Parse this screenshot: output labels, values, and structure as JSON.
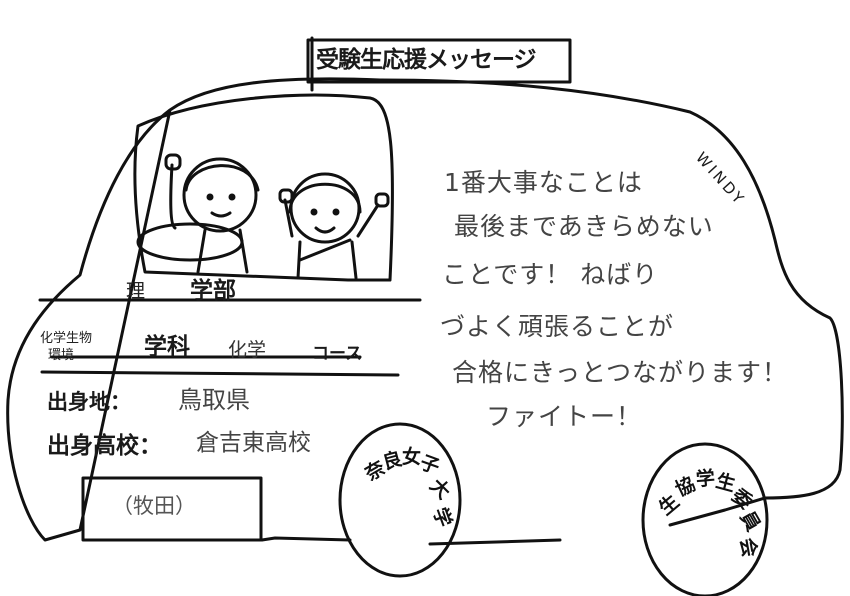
{
  "sign": {
    "title": "受験生応援メッセージ"
  },
  "brand": "WINDY",
  "message": {
    "lines": [
      "1番大事なことは",
      "最後まであきらめない",
      "ことです！ ねばり",
      "づよく頑張ることが",
      "合格にきっとつながります！",
      "ファイトー！"
    ]
  },
  "profile": {
    "faculty_prefix": "理",
    "faculty_label": "学部",
    "department_prefix_lines": [
      "化学生物",
      "環境"
    ],
    "department_label": "学科",
    "course_prefix": "化学",
    "course_label": "コース",
    "hometown_label": "出身地：",
    "hometown_value": "鳥取県",
    "school_label": "出身高校：",
    "school_value": "倉吉東高校"
  },
  "photo": {
    "name": "（牧田）"
  },
  "wheels": {
    "front": [
      "奈",
      "良",
      "女",
      "子",
      "大",
      "学"
    ],
    "rear": [
      "生",
      "協",
      "学",
      "生",
      "委",
      "員",
      "会"
    ]
  }
}
